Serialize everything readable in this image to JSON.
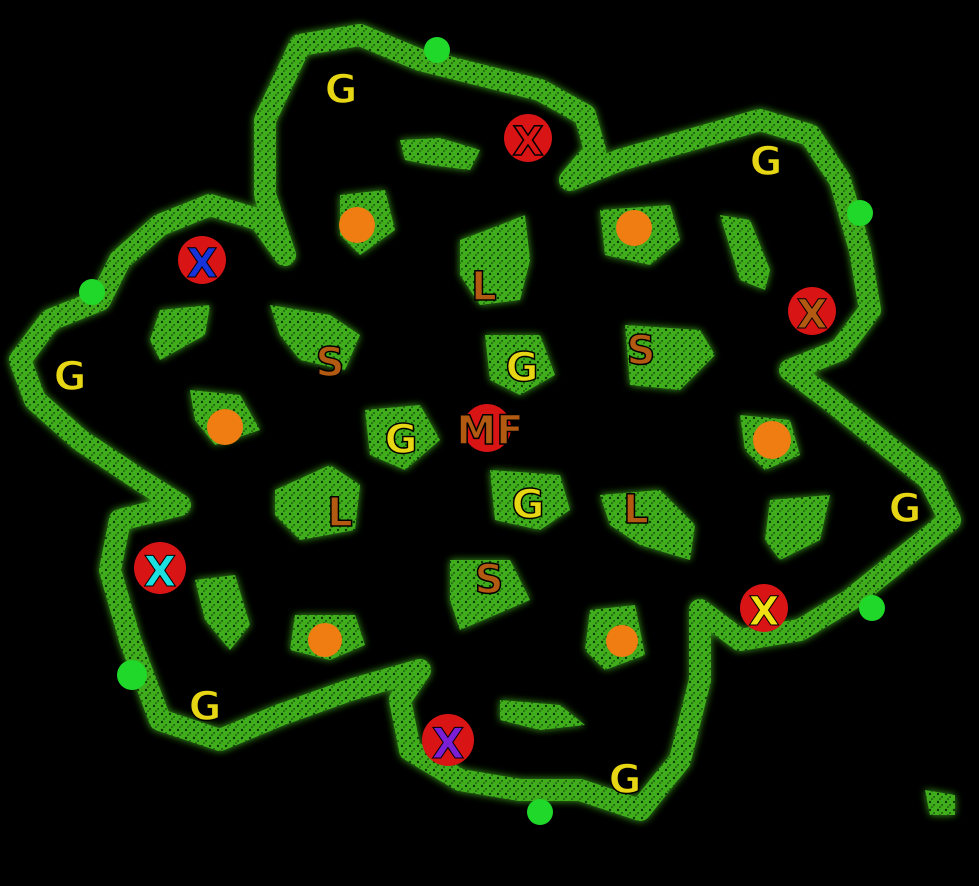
{
  "colors": {
    "background": "#000000",
    "terrain": "#3fae1f",
    "terrain_glow": "#1f6b12",
    "green_dot": "#1fd82a",
    "orange_dot": "#f07d12",
    "red_circle": "#d81414",
    "gold_text": "#e6d614",
    "brown_text": "#b25a12"
  },
  "labels": {
    "gold_mine": "G",
    "lumber": "L",
    "shop": "S",
    "center": "MF",
    "marker": "X"
  },
  "player_markers": [
    {
      "name": "red",
      "letter": "X",
      "color": "#d81414"
    },
    {
      "name": "blue",
      "letter": "X",
      "color": "#1533d8"
    },
    {
      "name": "brown",
      "letter": "X",
      "color": "#b25a12"
    },
    {
      "name": "teal",
      "letter": "X",
      "color": "#1ce0e0"
    },
    {
      "name": "yellow",
      "letter": "X",
      "color": "#f0e014"
    },
    {
      "name": "purple",
      "letter": "X",
      "color": "#7a1fd6"
    }
  ]
}
